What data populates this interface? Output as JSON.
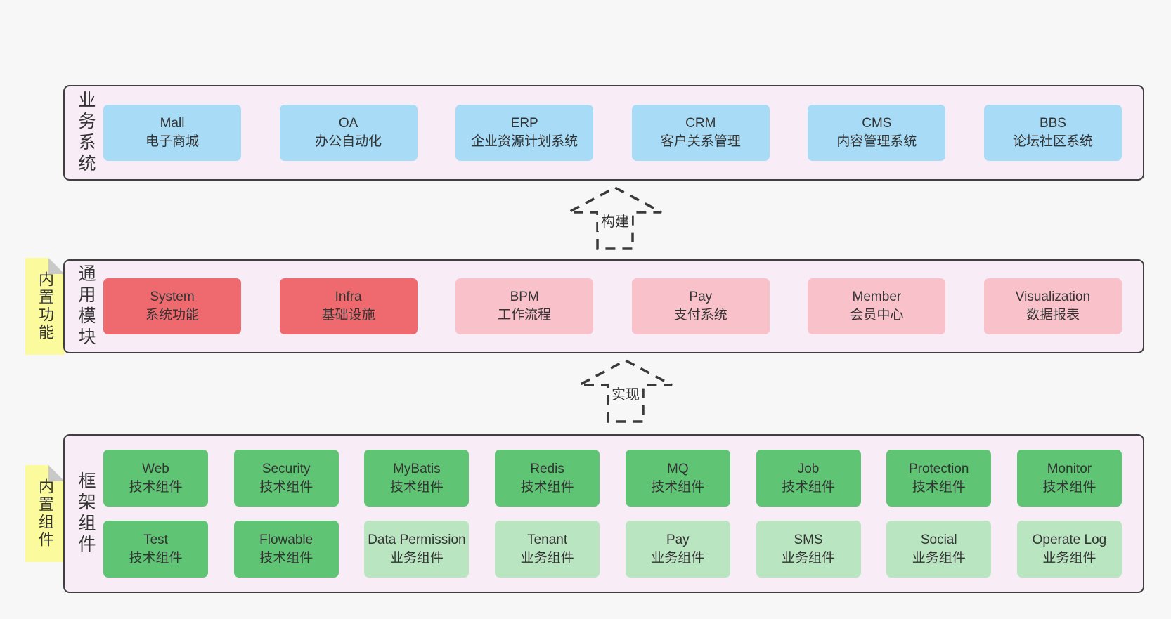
{
  "page": {
    "background": "#f7f7f7",
    "panel_background": "#f8edf6",
    "panel_border": "#3f3f3f",
    "text_color": "#333333"
  },
  "colors": {
    "business_box_blue": "#a8dbf5",
    "core_module_red": "#ee6a6e",
    "optional_module_pink": "#f9c2cb",
    "tech_component_green": "#5fc474",
    "biz_component_light_green": "#b9e5c1",
    "note_yellow": "#fbfb9e",
    "note_fold_gray": "#c9c9c9"
  },
  "arrows": {
    "build": "构建",
    "implement": "实现"
  },
  "sections": {
    "business": {
      "label": "业务系统",
      "boxes": [
        {
          "en": "Mall",
          "zh": "电子商城"
        },
        {
          "en": "OA",
          "zh": "办公自动化"
        },
        {
          "en": "ERP",
          "zh": "企业资源计划系统"
        },
        {
          "en": "CRM",
          "zh": "客户关系管理"
        },
        {
          "en": "CMS",
          "zh": "内容管理系统"
        },
        {
          "en": "BBS",
          "zh": "论坛社区系统"
        }
      ]
    },
    "modules": {
      "label": "通用模块",
      "note": "内置功能",
      "boxes": [
        {
          "en": "System",
          "zh": "系统功能"
        },
        {
          "en": "Infra",
          "zh": "基础设施"
        },
        {
          "en": "BPM",
          "zh": "工作流程"
        },
        {
          "en": "Pay",
          "zh": "支付系统"
        },
        {
          "en": "Member",
          "zh": "会员中心"
        },
        {
          "en": "Visualization",
          "zh": "数据报表"
        }
      ]
    },
    "framework": {
      "label": "框架组件",
      "note": "内置组件",
      "row1": [
        {
          "en": "Web",
          "zh": "技术组件"
        },
        {
          "en": "Security",
          "zh": "技术组件"
        },
        {
          "en": "MyBatis",
          "zh": "技术组件"
        },
        {
          "en": "Redis",
          "zh": "技术组件"
        },
        {
          "en": "MQ",
          "zh": "技术组件"
        },
        {
          "en": "Job",
          "zh": "技术组件"
        },
        {
          "en": "Protection",
          "zh": "技术组件"
        },
        {
          "en": "Monitor",
          "zh": "技术组件"
        }
      ],
      "row2": [
        {
          "en": "Test",
          "zh": "技术组件"
        },
        {
          "en": "Flowable",
          "zh": "技术组件"
        },
        {
          "en": "Data Permission",
          "zh": "业务组件"
        },
        {
          "en": "Tenant",
          "zh": "业务组件"
        },
        {
          "en": "Pay",
          "zh": "业务组件"
        },
        {
          "en": "SMS",
          "zh": "业务组件"
        },
        {
          "en": "Social",
          "zh": "业务组件"
        },
        {
          "en": "Operate Log",
          "zh": "业务组件"
        }
      ]
    }
  }
}
